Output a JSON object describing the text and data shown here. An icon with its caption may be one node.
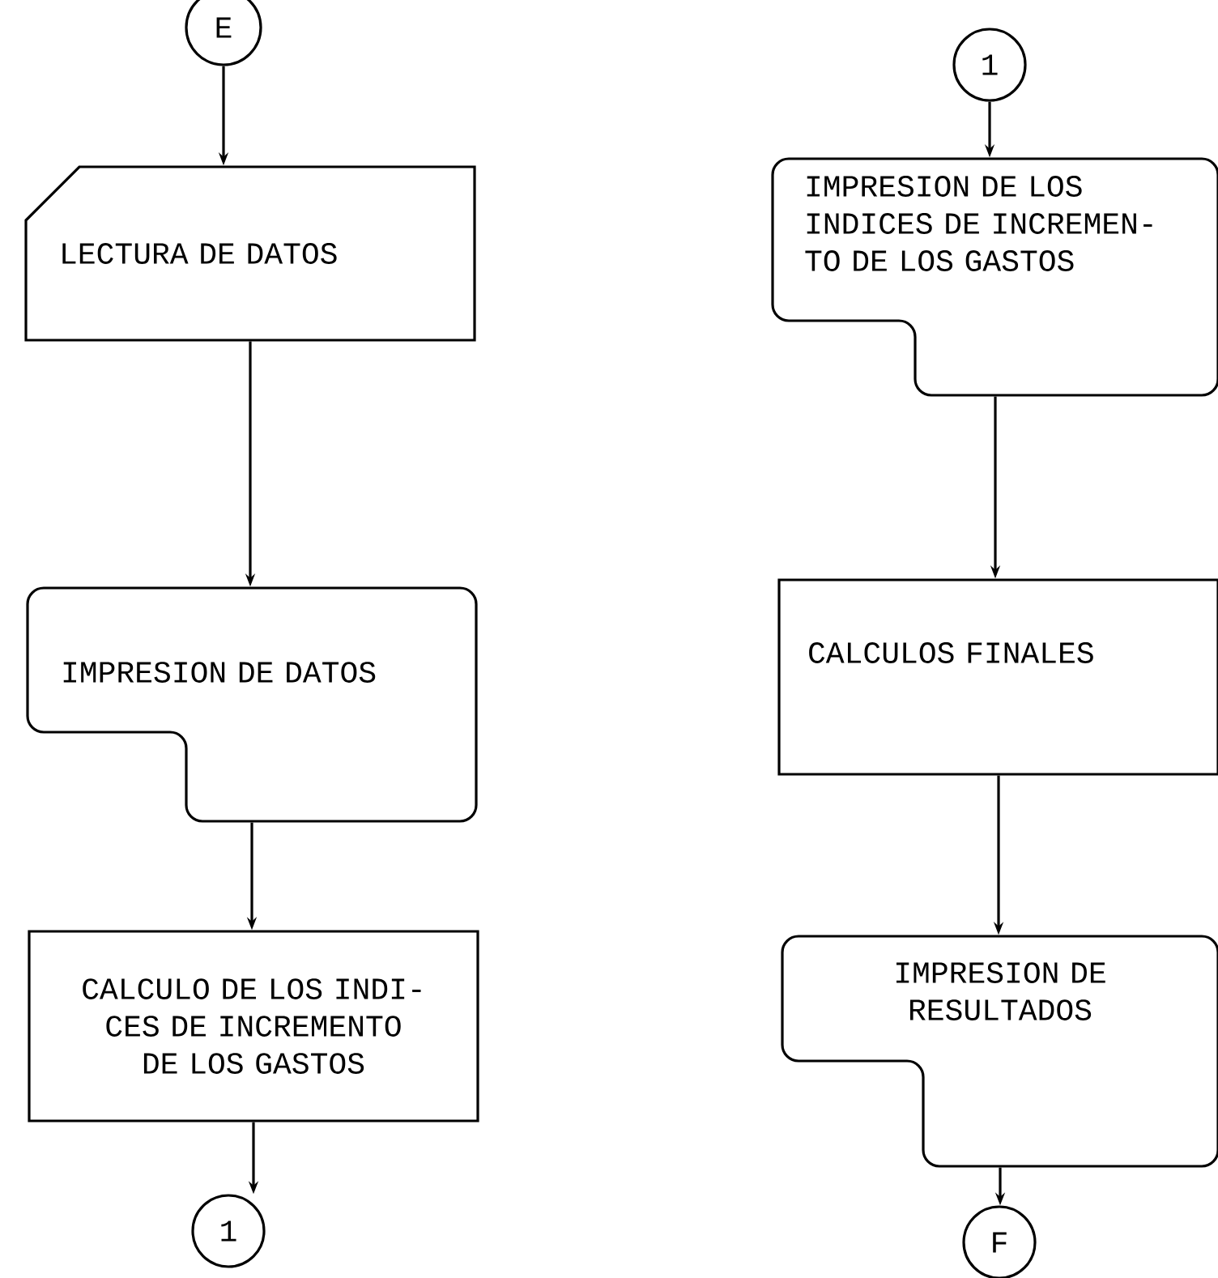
{
  "diagram": {
    "nodes": [
      {
        "text": [
          "E"
        ]
      },
      {
        "text": [
          "LECTURA DE DATOS"
        ]
      },
      {
        "text": [
          "IMPRESION DE DATOS"
        ]
      },
      {
        "text": [
          "CALCULO DE LOS INDI- CES DE INCREMENTO DE LOS GASTOS"
        ]
      },
      {
        "text": [
          "1"
        ]
      },
      {
        "text": [
          "1"
        ]
      },
      {
        "text": [
          "IMPRESION DE LOS INDICES DE INCREMEN- TO DE LOS GASTOS"
        ]
      },
      {
        "text": [
          "CALCULOS FINALES"
        ]
      },
      {
        "text": [
          "IMPRESION DE RESULTADOS"
        ]
      },
      {
        "text": [
          "F"
        ]
      }
    ],
    "edges": [
      {
        "from": 0,
        "to": 1,
        "arrow": "to"
      },
      {
        "from": 1,
        "to": 2,
        "arrow": "to"
      },
      {
        "from": 2,
        "to": 3,
        "arrow": "to"
      },
      {
        "from": 3,
        "to": 4,
        "arrow": "to"
      },
      {
        "from": 5,
        "to": 6,
        "arrow": "to"
      },
      {
        "from": 6,
        "to": 7,
        "arrow": "to"
      },
      {
        "from": 7,
        "to": 8,
        "arrow": "to"
      },
      {
        "from": 8,
        "to": 9,
        "arrow": "to"
      }
    ]
  }
}
